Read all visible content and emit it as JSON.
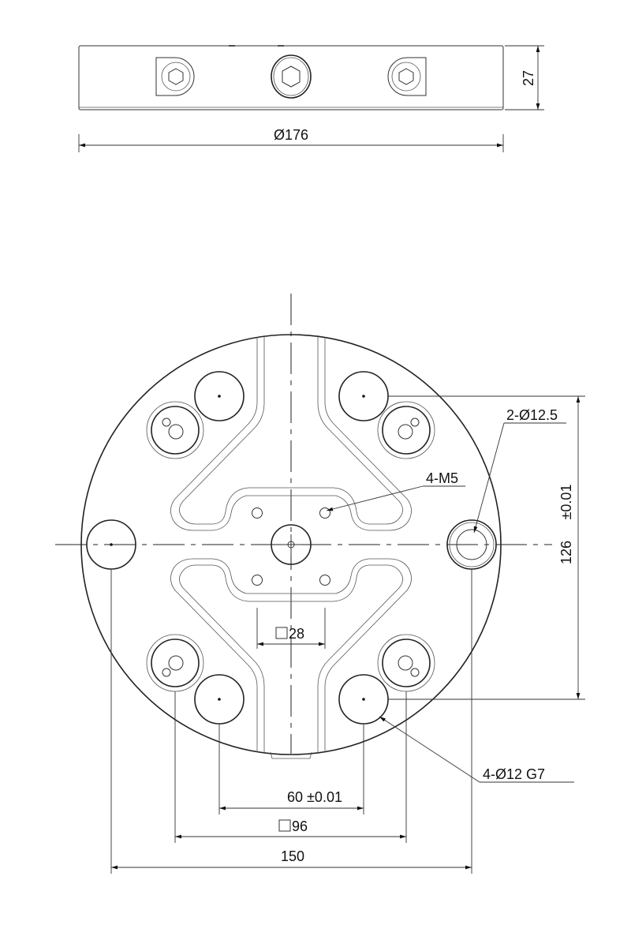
{
  "drawing": {
    "top_view": {
      "diameter_label": "Ø176",
      "height_label": "27"
    },
    "plan_view": {
      "callouts": {
        "m5_holes": "4-M5",
        "locating_bores": "2-Ø12.5",
        "dowel_pins": "4-Ø12 G7"
      },
      "dimensions": {
        "vertical_pitch": "126",
        "vertical_tolerance": "±0.01",
        "square_28": "28",
        "pin_spacing": "60 ±0.01",
        "square_96": "96",
        "bore_spacing": "150"
      }
    },
    "colors": {
      "line": "#333333",
      "background": "#ffffff"
    }
  }
}
